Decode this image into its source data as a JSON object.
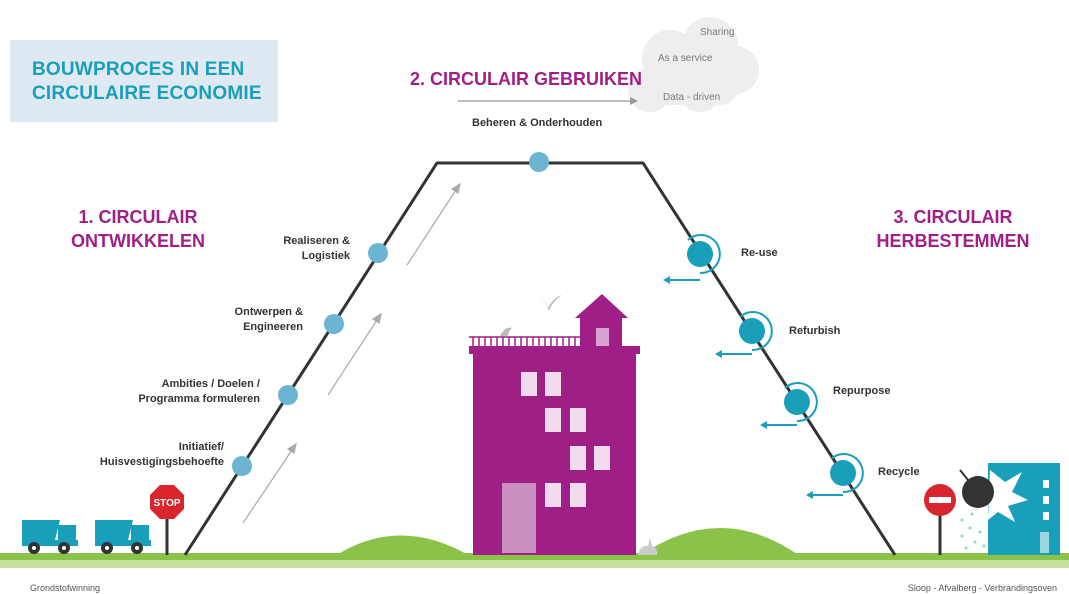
{
  "title": {
    "line1": "BOUWPROCES IN EEN",
    "line2": "CIRCULAIRE ECONOMIE"
  },
  "phases": {
    "develop": {
      "line1": "1. CIRCULAIR",
      "line2": "ONTWIKKELEN"
    },
    "use": "2. CIRCULAIR GEBRUIKEN",
    "repurpose": {
      "line1": "3. CIRCULAIR",
      "line2": "HERBESTEMMEN"
    }
  },
  "cloud": {
    "sharing": "Sharing",
    "service": "As a service",
    "data": "Data - driven"
  },
  "steps_left": {
    "initiatief": {
      "line1": "Initiatief/",
      "line2": "Huisvestigingsbehoefte"
    },
    "ambities": {
      "line1": "Ambities / Doelen /",
      "line2": "Programma formuleren"
    },
    "ontwerpen": {
      "line1": "Ontwerpen &",
      "line2": "Engineeren"
    },
    "realiseren": {
      "line1": "Realiseren &",
      "line2": "Logistiek"
    }
  },
  "top_step": "Beheren & Onderhouden",
  "steps_right": {
    "reuse": "Re-use",
    "refurbish": "Refurbish",
    "repurpose": "Repurpose",
    "recycle": "Recycle"
  },
  "stop_sign": "STOP",
  "footer": {
    "left": "Grondstofwinning",
    "right": "Sloop - Afvalberg - Verbrandingsoven"
  },
  "colors": {
    "magenta": "#a01f86",
    "teal": "#1a9fbb",
    "node": "#6bb5d2",
    "grass": "#8bc34a",
    "road": "#c7df9b",
    "cloud": "#eeeeee",
    "title_bg": "#dfe9f1"
  }
}
